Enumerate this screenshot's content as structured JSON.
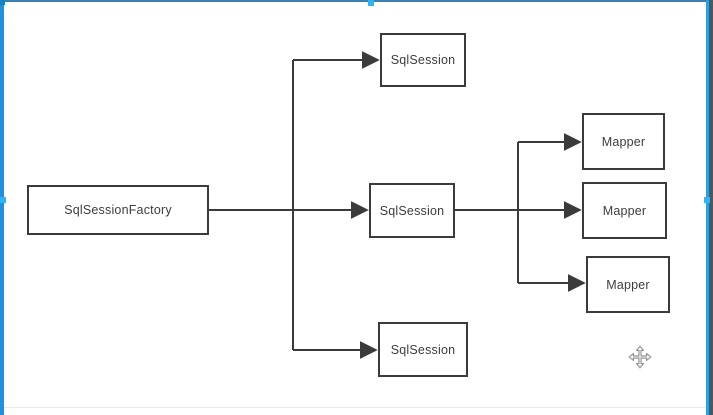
{
  "app": {
    "canvas_background": "#ffffff"
  },
  "selection": {
    "top_border_color": "#3c7fb1",
    "left_border_color": "#2191dd",
    "right_border_color": "#2f9fe0",
    "outside_strip_color": "#4e565e",
    "handle_color": "#2fb3f2",
    "visible_handles": [
      "top-left",
      "top-middle",
      "left-middle",
      "right-middle"
    ]
  },
  "diagram": {
    "stroke_color": "#3b3b3b",
    "node_fill": "#ffffff",
    "node_text_color": "#3d3d3d",
    "nodes": [
      {
        "id": "sqlsessionfactory",
        "label": "SqlSessionFactory"
      },
      {
        "id": "sqlsession-top",
        "label": "SqlSession"
      },
      {
        "id": "sqlsession-middle",
        "label": "SqlSession"
      },
      {
        "id": "sqlsession-bottom",
        "label": "SqlSession"
      },
      {
        "id": "mapper-top",
        "label": "Mapper"
      },
      {
        "id": "mapper-middle",
        "label": "Mapper"
      },
      {
        "id": "mapper-bottom",
        "label": "Mapper"
      }
    ],
    "edges": [
      {
        "from": "sqlsessionfactory",
        "to": "sqlsession-top"
      },
      {
        "from": "sqlsessionfactory",
        "to": "sqlsession-middle"
      },
      {
        "from": "sqlsessionfactory",
        "to": "sqlsession-bottom"
      },
      {
        "from": "sqlsession-middle",
        "to": "mapper-top"
      },
      {
        "from": "sqlsession-middle",
        "to": "mapper-middle"
      },
      {
        "from": "sqlsession-middle",
        "to": "mapper-bottom"
      }
    ]
  },
  "cursor": {
    "icon": "move-cursor"
  }
}
